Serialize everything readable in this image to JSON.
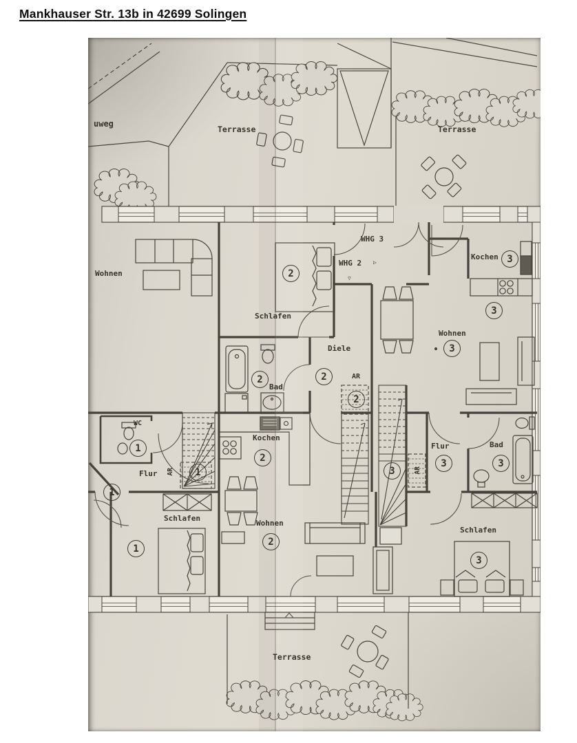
{
  "document": {
    "title": "Mankhauser Str. 13b in 42699 Solingen"
  },
  "plan": {
    "site": {
      "street_path": "uweg",
      "terrace_top_left": "Terrasse",
      "terrace_top_right": "Terrasse",
      "terrace_bottom": "Terrasse"
    },
    "entrance": {
      "whg2": "WHG 2",
      "whg3": "WHG 3",
      "arrow_right": "▷",
      "arrow_down": "▽"
    },
    "apartment1": {
      "number": "1",
      "wohnen": "Wohnen",
      "wc": "WC",
      "flur": "Flur",
      "ar": "AR",
      "schlafen": "Schlafen"
    },
    "apartment2": {
      "number": "2",
      "schlafen": "Schlafen",
      "bad": "Bad",
      "diele": "Diele",
      "ar": "AR",
      "kochen": "Kochen",
      "wohnen": "Wohnen"
    },
    "apartment3": {
      "number": "3",
      "kochen": "Kochen",
      "wohnen": "Wohnen",
      "flur": "Flur",
      "ar": "AR",
      "bad": "Bad",
      "schlafen": "Schlafen"
    }
  }
}
